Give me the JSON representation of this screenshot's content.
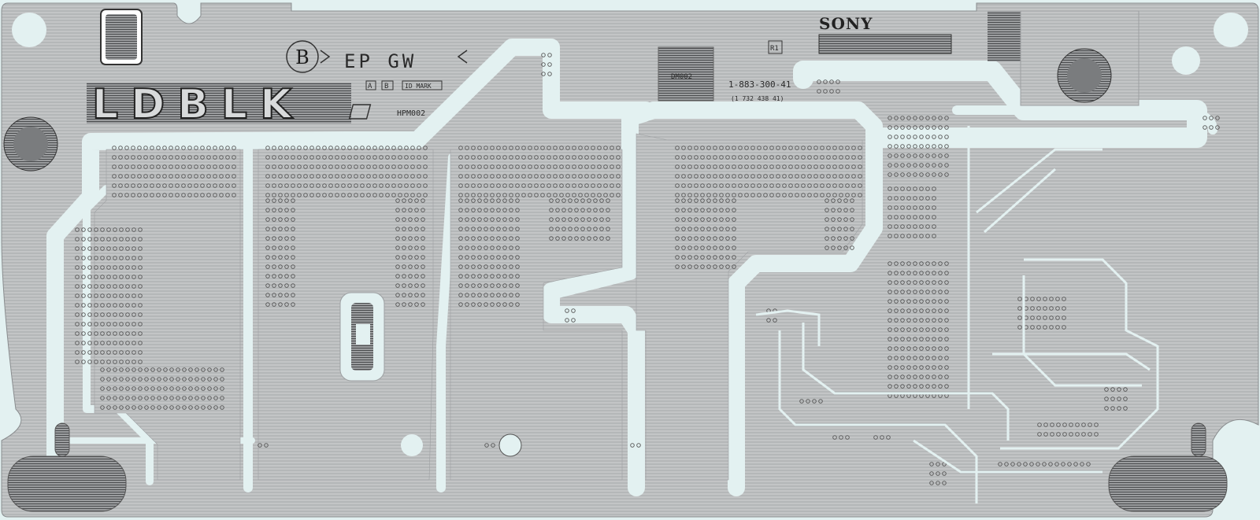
{
  "board": {
    "brand": "SONY",
    "block_label": "LDBLK",
    "side_marker": "B",
    "side_text": "EP GW",
    "part_number": "1-883-300-41",
    "sub_number": "(1 732 438 41)",
    "component_ref": "DM002",
    "component_ref_2": "R1",
    "id_mark": "ID MARK",
    "small_mark_a": "A",
    "small_mark_b": "B",
    "logo_ref": "HPM002"
  },
  "colors": {
    "board": "#c6c8c9",
    "copper_pour": "#b9bbbc",
    "clearance": "#e3f1f1",
    "silk": "#2a2a2a",
    "via_ring": "#3a3a3a"
  }
}
